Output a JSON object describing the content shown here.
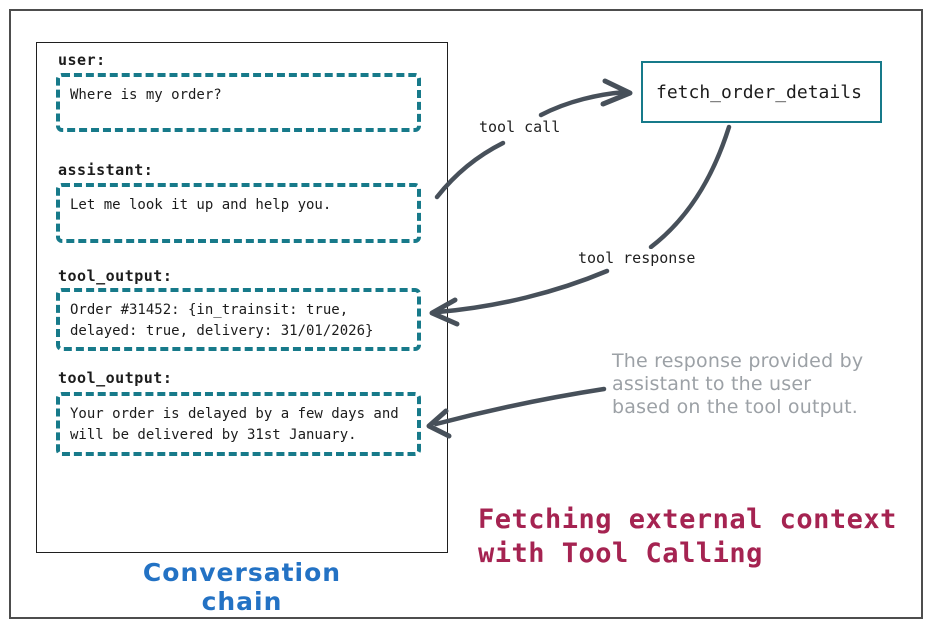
{
  "conversation": {
    "caption": "Conversation chain",
    "messages": [
      {
        "role": "user:",
        "content": "Where is my order?"
      },
      {
        "role": "assistant:",
        "content": "Let me look it up and help you."
      },
      {
        "role": "tool_output:",
        "content": "Order #31452: {in_trainsit: true, delayed: true, delivery: 31/01/2026}"
      },
      {
        "role": "tool_output:",
        "content": "Your order is delayed by a few days and will be delivered by 31st January."
      }
    ]
  },
  "tool": {
    "name": "fetch_order_details"
  },
  "arrow_labels": {
    "tool_call": "tool call",
    "tool_response": "tool response"
  },
  "annotation": {
    "lines": [
      "The response provided by",
      "assistant to the user",
      "based on the tool output."
    ]
  },
  "title": {
    "lines": [
      "Fetching external context",
      "with Tool Calling"
    ]
  },
  "colors": {
    "teal": "#177a8a",
    "arrow_gray": "#47505a",
    "title_crimson": "#a52351",
    "caption_blue": "#2372c4",
    "annotation_gray": "#9ca1a6",
    "frame_gray": "#4d4d4d",
    "text_dark": "#1c1c1c"
  }
}
